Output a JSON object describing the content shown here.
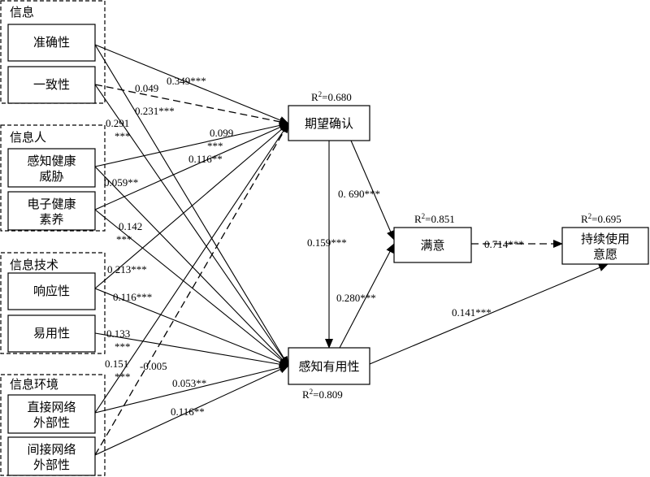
{
  "groups": {
    "info": "信息",
    "info_person": "信息人",
    "info_tech": "信息技术",
    "info_env": "信息环境"
  },
  "nodes": {
    "accuracy": "准确性",
    "consistency": "一致性",
    "threat_l1": "感知健康",
    "threat_l2": "威胁",
    "literacy_l1": "电子健康",
    "literacy_l2": "素养",
    "response": "响应性",
    "ease": "易用性",
    "direct_l1": "直接网络",
    "direct_l2": "外部性",
    "indirect_l1": "间接网络",
    "indirect_l2": "外部性",
    "expectation": "期望确认",
    "satisfaction": "满意",
    "usefulness": "感知有用性",
    "continuance_l1": "持续使用",
    "continuance_l2": "意愿"
  },
  "r_squared": {
    "expectation": {
      "base": "R",
      "sup": "2",
      "value": "=0.680"
    },
    "satisfaction": {
      "base": "R",
      "sup": "2",
      "value": "=0.851"
    },
    "continuance": {
      "base": "R",
      "sup": "2",
      "value": "=0.695"
    },
    "usefulness": {
      "base": "R",
      "sup": "2",
      "value": "=0.809"
    }
  },
  "coefficients": {
    "accuracy_exp": "0.349***",
    "consistency_exp": "0.049",
    "accuracy_use": "0.231***",
    "consistency_use_l1": "0.291",
    "consistency_use_l2": "***",
    "threat_exp_l1": "0.099",
    "threat_exp_l2": "***",
    "literacy_exp": "0.116**",
    "threat_use": "0.059**",
    "literacy_use_l1": "0.142",
    "literacy_use_l2": "***",
    "response_exp": "0.213***",
    "response_use": "0.116***",
    "ease_use_l1": "0.133",
    "ease_use_l2": "***",
    "direct_exp_l1": "0.151",
    "direct_exp_l2": "***",
    "indirect_exp": "-0.005",
    "direct_use": "0.053**",
    "indirect_use": "0.116**",
    "exp_sat": "0. 690***",
    "exp_use": "0.159***",
    "use_sat": "0.280***",
    "sat_cont": "0.714***",
    "use_cont": "0.141***"
  }
}
